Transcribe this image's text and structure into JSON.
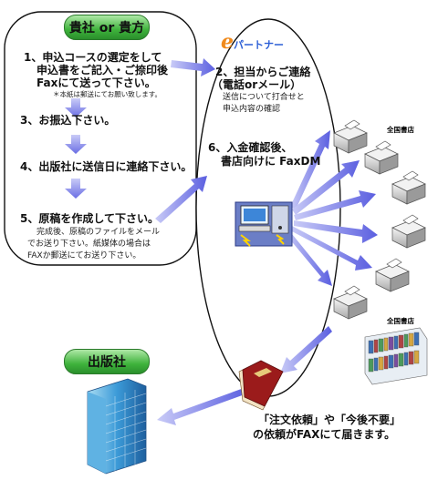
{
  "client": {
    "title": "貴社 or 貴方",
    "step1": {
      "line1": "1、申込コースの選定をして",
      "line2": "申込書をご記入・ご捺印後",
      "line3": "Faxにて送って下さい。",
      "note": "＊本紙は郵送にてお願い致します。"
    },
    "step3": "3、お振込下さい。",
    "step4": "4、出版社に送信日に連絡下さい。",
    "step5": {
      "title": "5、原稿を作成して下さい。",
      "note1": "完成後、原稿のファイルをメール",
      "note2": "でお送り下さい。紙媒体の場合は",
      "note3": "FAXか郵送にてお送り下さい。"
    }
  },
  "partner": {
    "logo_letter": "e",
    "logo_text": "パートナー",
    "step2": {
      "title": "2、担当からご連絡",
      "sub": "（電話orメール）",
      "note1": "送信について打合せと",
      "note2": "申込内容の確認"
    },
    "step6": {
      "line1": "6、入金確認後、",
      "line2": "書店向けに FaxDM"
    }
  },
  "bookstores": {
    "label_top": "全国書店",
    "label_bottom": "全国書店"
  },
  "publisher": {
    "title": "出版社"
  },
  "response": {
    "line1": "「注文依頼」や「今後不要」",
    "line2": "の依頼がFAXにて届きます。"
  },
  "colors": {
    "pill_green": "#2f9e3a",
    "arrow_blue": "#6f73e6",
    "logo_orange": "#f08a1c",
    "logo_blue": "#2c5fd6"
  }
}
